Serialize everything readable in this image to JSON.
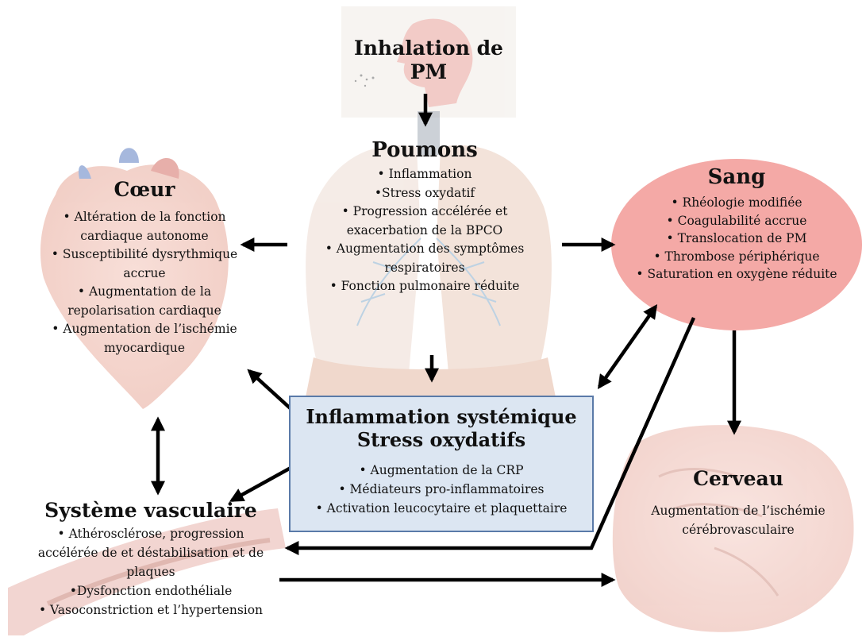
{
  "inhalation": {
    "title_line1": "Inhalation de",
    "title_line2": "PM"
  },
  "lungs": {
    "title": "Poumons",
    "items": [
      "• Inflammation",
      "•Stress oxydatif",
      "• Progression accélérée et",
      "exacerbation de la BPCO",
      "• Augmentation des symptômes",
      "respiratoires",
      "• Fonction pulmonaire réduite"
    ]
  },
  "heart": {
    "title": "Cœur",
    "items": [
      "• Altération de la fonction",
      "cardiaque autonome",
      "• Susceptibilité dysrythmique",
      "accrue",
      "• Augmentation de la",
      "repolarisation cardiaque",
      "• Augmentation de l’ischémie",
      "myocardique"
    ]
  },
  "blood": {
    "title": "Sang",
    "items": [
      "• Rhéologie modifiée",
      "• Coagulabilité accrue",
      "• Translocation de PM",
      "• Thrombose périphérique",
      "• Saturation en oxygène réduite"
    ]
  },
  "systemic": {
    "title_line1": "Inflammation systémique",
    "title_line2": "Stress oxydatifs",
    "items": [
      "• Augmentation de la CRP",
      "• Médiateurs pro-inflammatoires",
      "• Activation leucocytaire et plaquettaire"
    ]
  },
  "vascular": {
    "title": "Système vasculaire",
    "items": [
      "• Athérosclérose, progression",
      "accélérée de  et déstabilisation et de",
      "plaques",
      "•Dysfonction endothéliale",
      "• Vasoconstriction et l’hypertension"
    ]
  },
  "brain": {
    "title": "Cerveau",
    "items": [
      "Augmentation de l’ischémie",
      "cérébrovasculaire"
    ]
  },
  "colors": {
    "blood_ellipse": "#f4a9a6",
    "box_fill": "#dce6f2",
    "box_border": "#5a7aa8",
    "organ_tint": "#e8b4ac",
    "arrow": "#000000"
  }
}
